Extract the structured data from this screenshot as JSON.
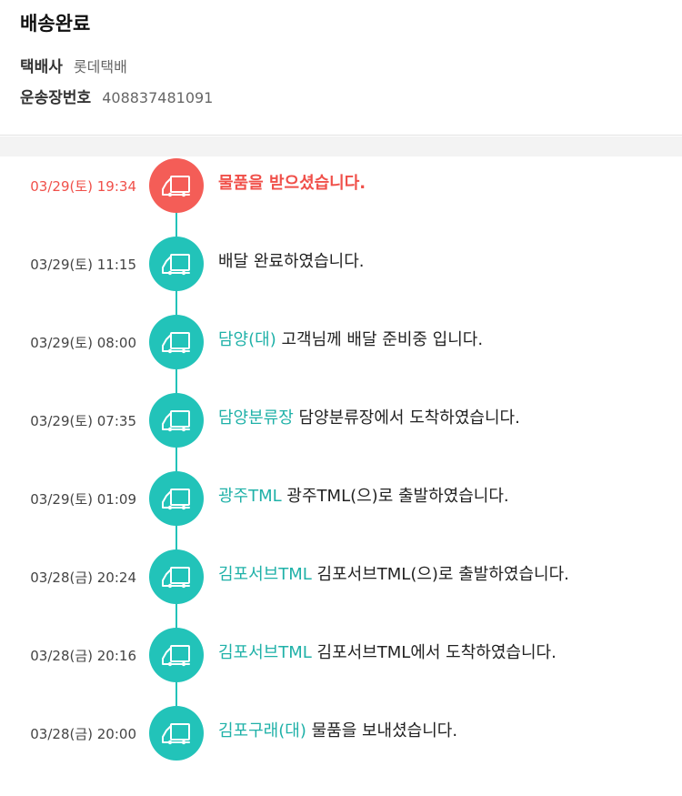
{
  "header": {
    "status": "배송완료",
    "carrier_label": "택배사",
    "carrier_value": "롯데택배",
    "invoice_label": "운송장번호",
    "invoice_value": "408837481091"
  },
  "colors": {
    "accent": "#22c3b9",
    "latest": "#f45d57",
    "location_text": "#1fb1a8"
  },
  "icon": "truck-icon",
  "events": [
    {
      "time": "03/29(토) 19:34",
      "location": "",
      "message": "물품을 받으셨습니다."
    },
    {
      "time": "03/29(토) 11:15",
      "location": "",
      "message": "배달 완료하였습니다."
    },
    {
      "time": "03/29(토) 08:00",
      "location": "담양(대)",
      "message": "고객님께 배달 준비중 입니다."
    },
    {
      "time": "03/29(토) 07:35",
      "location": "담양분류장",
      "message": "담양분류장에서 도착하였습니다."
    },
    {
      "time": "03/29(토) 01:09",
      "location": "광주TML",
      "message": "광주TML(으)로 출발하였습니다."
    },
    {
      "time": "03/28(금) 20:24",
      "location": "김포서브TML",
      "message": "김포서브TML(으)로 출발하였습니다."
    },
    {
      "time": "03/28(금) 20:16",
      "location": "김포서브TML",
      "message": "김포서브TML에서 도착하였습니다."
    },
    {
      "time": "03/28(금) 20:00",
      "location": "김포구래(대)",
      "message": "물품을 보내셨습니다."
    }
  ]
}
